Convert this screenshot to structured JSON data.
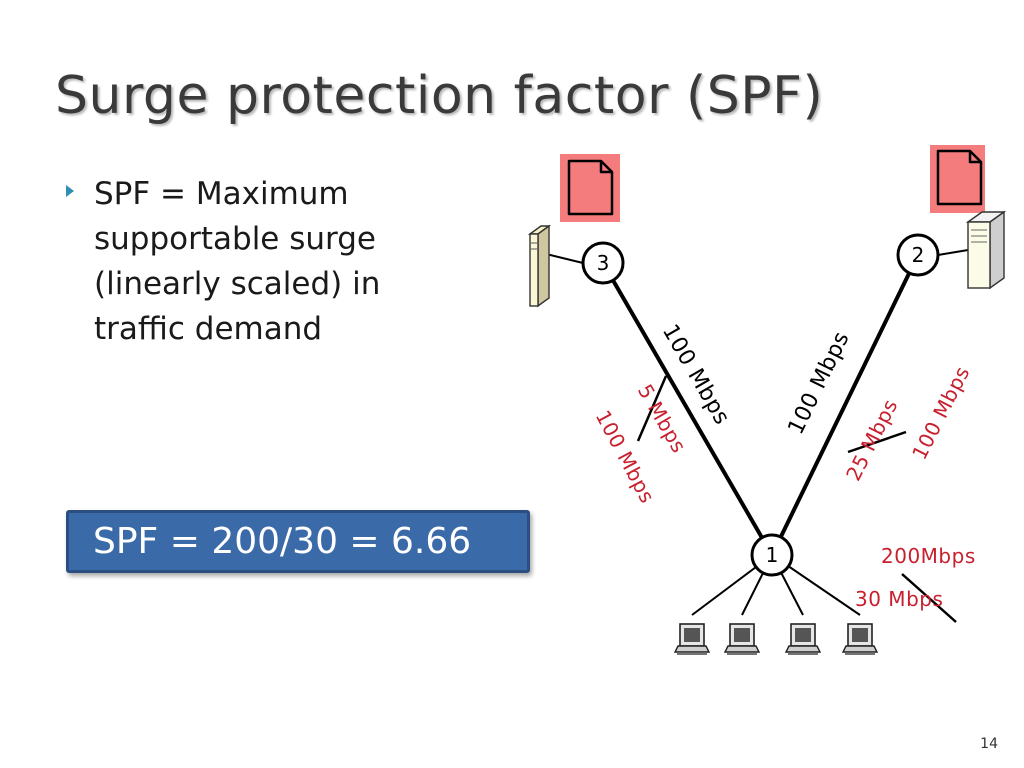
{
  "slide": {
    "title": "Surge protection factor (SPF)",
    "bullet": "SPF = Maximum supportable surge (linearly scaled) in traffic demand",
    "formula": "SPF = 200/30 = 6.66",
    "page_number": "14"
  },
  "diagram": {
    "nodes": [
      "1",
      "2",
      "3"
    ],
    "link_labels": {
      "link_1_3_capacity": "100 Mbps",
      "link_1_2_capacity": "100 Mbps",
      "link_1_3_demand": "5 Mbps",
      "link_1_3_demand_scaled": "100 Mbps",
      "link_1_2_demand": "25 Mbps",
      "link_1_2_demand_scaled": "100 Mbps",
      "clients_total": "200Mbps",
      "clients_demand": "30 Mbps"
    },
    "icons": [
      "document-icon",
      "document-icon",
      "server-icon",
      "server-icon",
      "laptop-icon",
      "laptop-icon",
      "laptop-icon",
      "laptop-icon"
    ]
  },
  "colors": {
    "title": "#3a3a3a",
    "bullet_marker": "#2e8fb3",
    "formula_box": "#3b6aa8",
    "red_label": "#c8202e",
    "document_bg": "#f47c7c"
  }
}
